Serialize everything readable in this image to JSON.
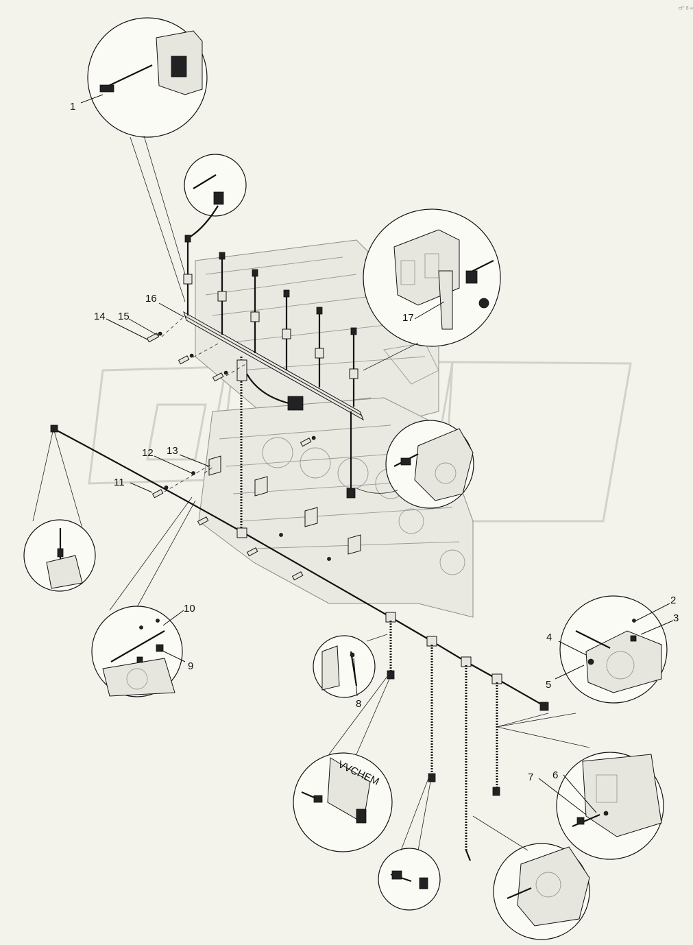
{
  "watermark_small": "ef° 8 ∞",
  "callouts": [
    {
      "id": "c1",
      "text": "1"
    },
    {
      "id": "c2",
      "text": "2"
    },
    {
      "id": "c3",
      "text": "3"
    },
    {
      "id": "c4",
      "text": "4"
    },
    {
      "id": "c5",
      "text": "5"
    },
    {
      "id": "c6",
      "text": "6"
    },
    {
      "id": "c7",
      "text": "7"
    },
    {
      "id": "c8",
      "text": "8"
    },
    {
      "id": "c9",
      "text": "9"
    },
    {
      "id": "c10",
      "text": "10"
    },
    {
      "id": "c11",
      "text": "11"
    },
    {
      "id": "c12",
      "text": "12"
    },
    {
      "id": "c13",
      "text": "13"
    },
    {
      "id": "c14",
      "text": "14"
    },
    {
      "id": "c15",
      "text": "15"
    },
    {
      "id": "c16",
      "text": "16"
    },
    {
      "id": "c17",
      "text": "17"
    }
  ],
  "detail_text": "VVCHEM"
}
